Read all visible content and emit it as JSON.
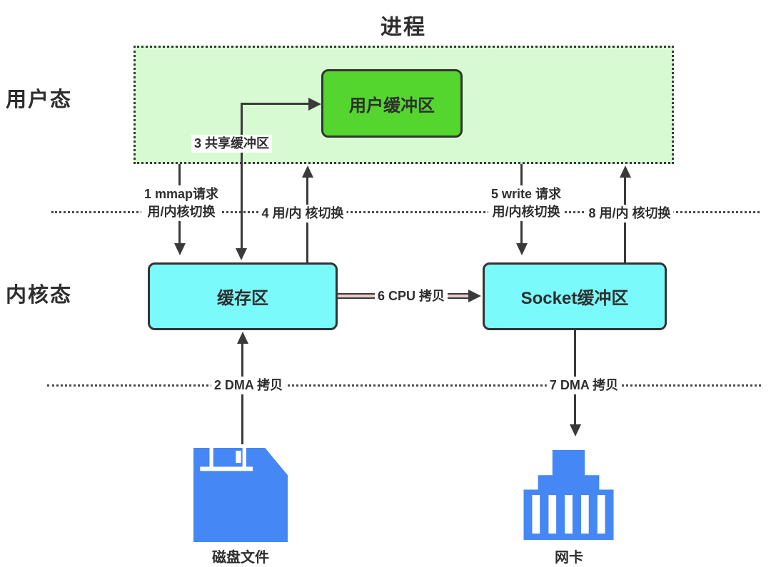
{
  "title": "进程",
  "modes": {
    "user": "用户态",
    "kernel": "内核态"
  },
  "boxes": {
    "user_buffer": "用户缓冲区",
    "kernel_buffer": "缓存区",
    "socket_buffer": "Socket缓冲区"
  },
  "devices": {
    "disk_label": "磁盘文件",
    "nic_label": "网卡"
  },
  "steps": {
    "step1_line1": "1 mmap请求",
    "step1_line2": "用/内核切换",
    "step2": "2 DMA 拷贝",
    "step3": "3 共享缓冲区",
    "step4": "4 用/内 核切换",
    "step5_line1": "5 write 请求",
    "step5_line2": "用/内核切换",
    "step6": "6 CPU 拷贝",
    "step7": "7 DMA 拷贝",
    "step8": "8 用/内 核切换"
  },
  "icons": {
    "disk": "floppy-disk-icon",
    "nic": "network-card-icon"
  },
  "colors": {
    "process_bg": "#d7fad2",
    "user_buffer_bg": "#55d62e",
    "kernel_box_bg": "#7bfafc",
    "device_blue": "#4587f5",
    "stroke": "#3a3a3a",
    "cpu_copy_line_core": "#eecaca"
  }
}
